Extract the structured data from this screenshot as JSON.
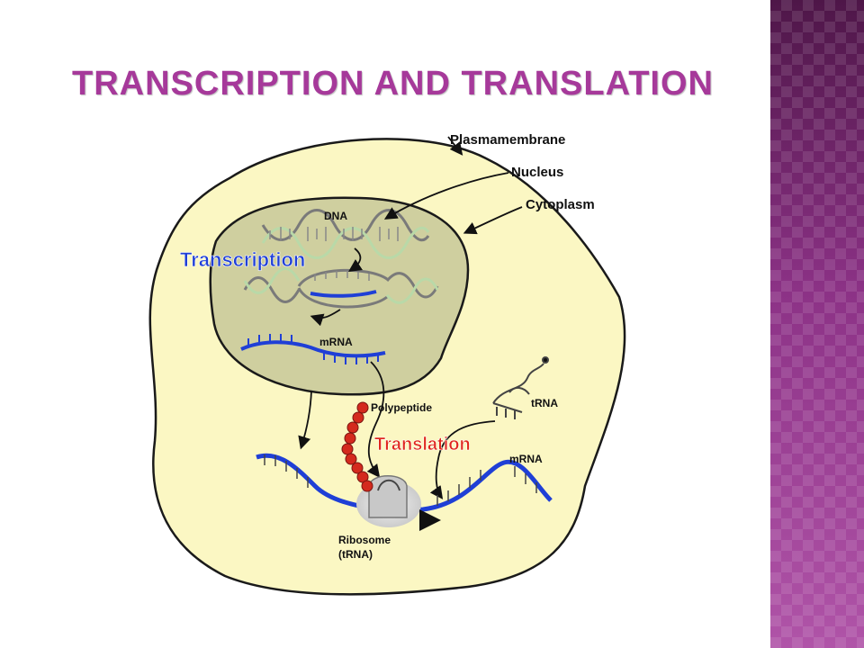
{
  "slide": {
    "title": "TRANSCRIPTION  AND TRANSLATION"
  },
  "labels": {
    "plasmamembrane": "Plasmamembrane",
    "nucleus": "Nucleus",
    "cytoplasm": "Cytoplasm",
    "dna": "DNA",
    "transcription": "Transcription",
    "mrna_nucleus": "mRNA",
    "polypeptide": "Polypeptide",
    "trna": "tRNA",
    "translation": "Translation",
    "mrna_cytoplasm": "mRNA",
    "ribosome_line1": "Ribosome",
    "ribosome_line2": "(tRNA)"
  },
  "colors": {
    "title": "#a6399a",
    "cell_fill": "#fbf7c3",
    "nucleus_fill": "#cfcf9f",
    "mrna": "#1f3fd6",
    "transcription_label": "#1f3fd6",
    "translation_label": "#e0261c",
    "polypeptide": "#d42a1e"
  }
}
